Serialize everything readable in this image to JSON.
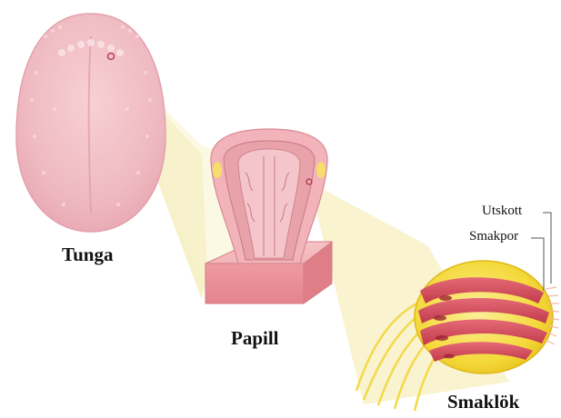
{
  "labels": {
    "tongue": "Tunga",
    "papilla": "Papill",
    "taste_bud": "Smaklök",
    "projection": "Utskott",
    "taste_pore": "Smakpor"
  },
  "colors": {
    "tongue": "#f2bcc4",
    "tongue_edge": "#e6a6b2",
    "papilla_block": "#f0a8ad",
    "papilla_inner": "#e0959c",
    "cone": "#f7f1c8",
    "bud_yellow": "#f7e15a",
    "bud_red": "#d24a5c"
  }
}
